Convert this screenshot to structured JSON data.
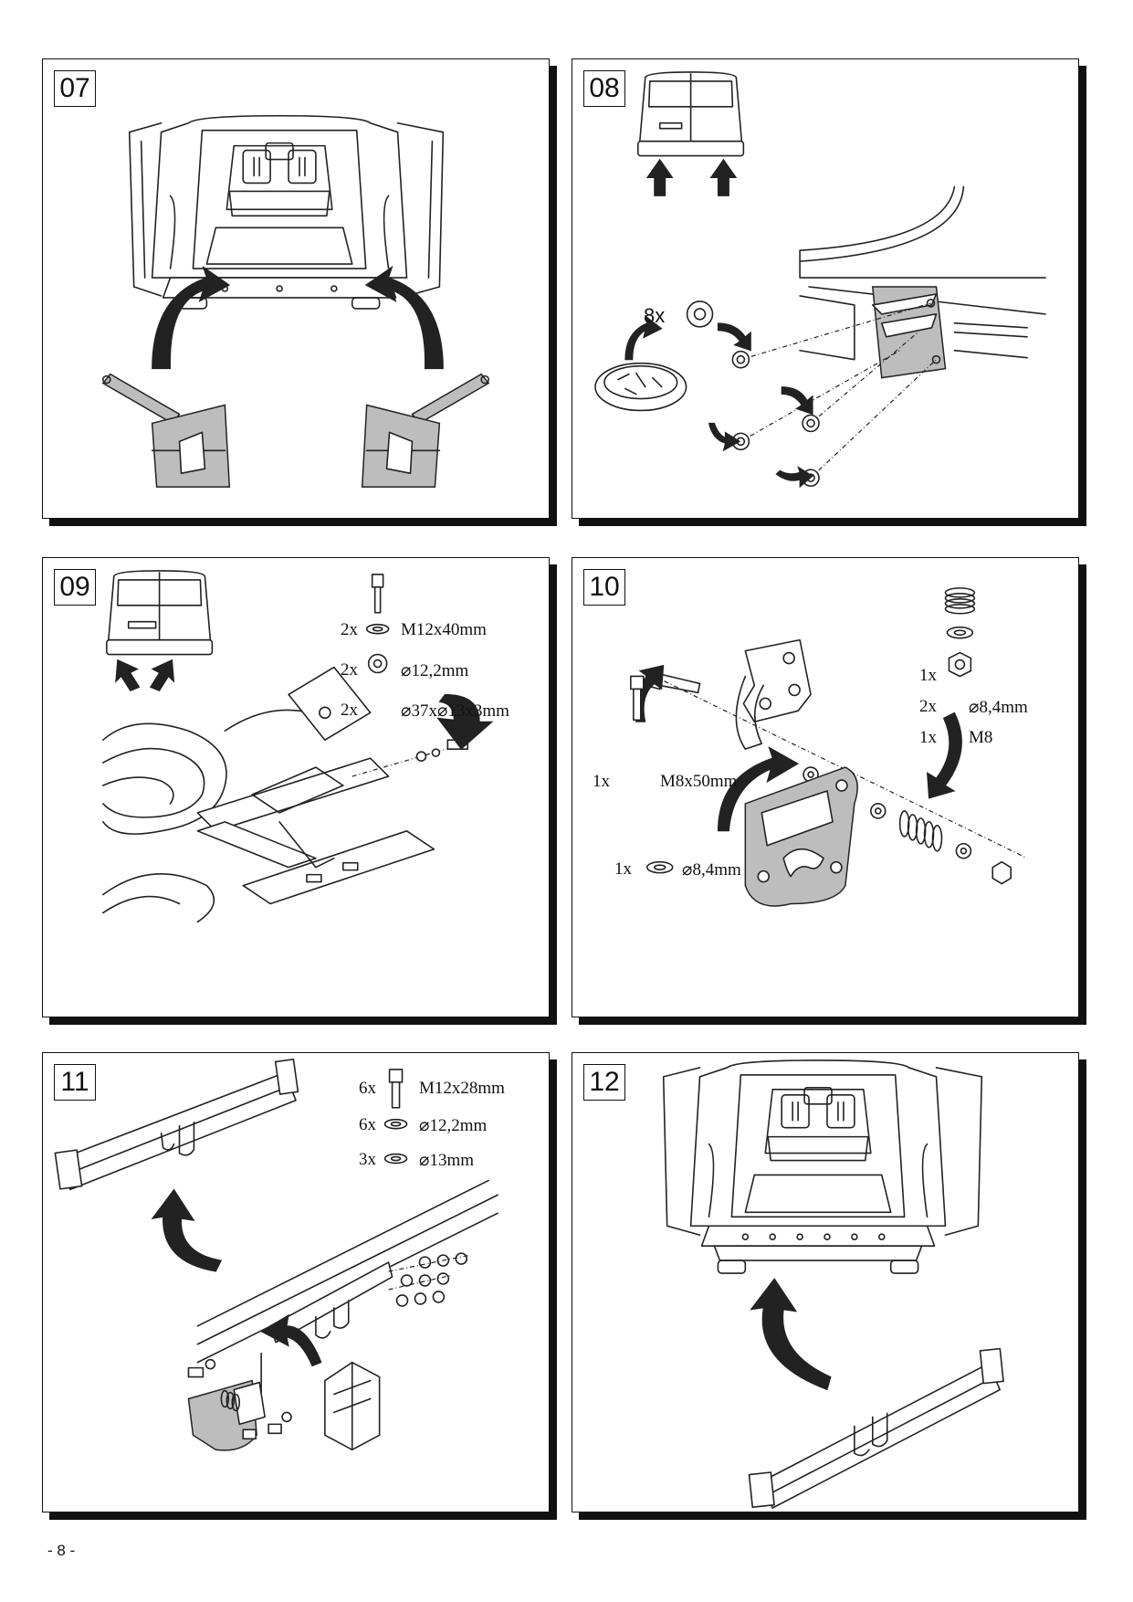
{
  "page": {
    "number": "- 8 -"
  },
  "steps": [
    {
      "id": "07",
      "parts": []
    },
    {
      "id": "08",
      "quantity_label": "8x",
      "parts": []
    },
    {
      "id": "09",
      "parts": [
        {
          "qty": "2x",
          "spec": "M12x40mm",
          "icon": "bolt-icon"
        },
        {
          "qty": "2x",
          "spec": "⌀12,2mm",
          "icon": "spring-washer-icon"
        },
        {
          "qty": "2x",
          "spec": "⌀37x⌀13x3mm",
          "icon": "large-washer-icon"
        }
      ]
    },
    {
      "id": "10",
      "parts": [
        {
          "qty": "1x",
          "spec": "",
          "icon": "spring-icon"
        },
        {
          "qty": "2x",
          "spec": "⌀8,4mm",
          "icon": "washer-icon"
        },
        {
          "qty": "1x",
          "spec": "M8",
          "icon": "nut-icon"
        }
      ],
      "bolt": {
        "qty": "1x",
        "spec": "M8x50mm"
      },
      "washer": {
        "qty": "1x",
        "spec": "⌀8,4mm"
      }
    },
    {
      "id": "11",
      "parts": [
        {
          "qty": "6x",
          "spec": "M12x28mm",
          "icon": "bolt-icon"
        },
        {
          "qty": "6x",
          "spec": "⌀12,2mm",
          "icon": "spring-washer-icon"
        },
        {
          "qty": "3x",
          "spec": "⌀13mm",
          "icon": "washer-icon"
        }
      ]
    },
    {
      "id": "12",
      "parts": []
    }
  ]
}
